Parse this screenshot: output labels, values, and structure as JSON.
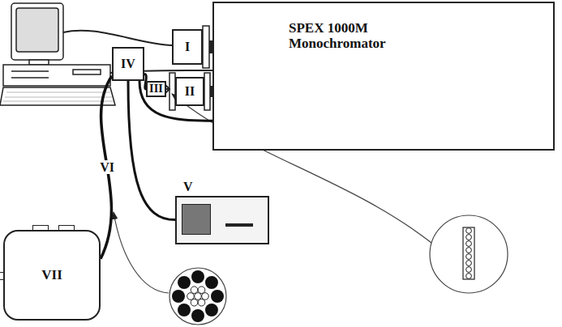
{
  "diagram": {
    "nodes": [
      {
        "text": [
          "I"
        ]
      },
      {
        "text": [
          "SPEX 1000M Monochromator"
        ]
      },
      {
        "text": [
          "III"
        ]
      },
      {
        "text": [
          "II"
        ]
      },
      {
        "text": [
          "IV"
        ]
      },
      {
        "text": [
          "V"
        ]
      },
      {
        "text": [
          "VII"
        ]
      }
    ],
    "edges": [
      {
        "from": 4,
        "to": 2,
        "arrow": "none"
      },
      {
        "from": 4,
        "to": 1,
        "arrow": "none"
      },
      {
        "from": 4,
        "to": 5,
        "arrow": "none"
      },
      {
        "from": 4,
        "to": 6,
        "label": "VI",
        "arrow": "none"
      }
    ]
  }
}
